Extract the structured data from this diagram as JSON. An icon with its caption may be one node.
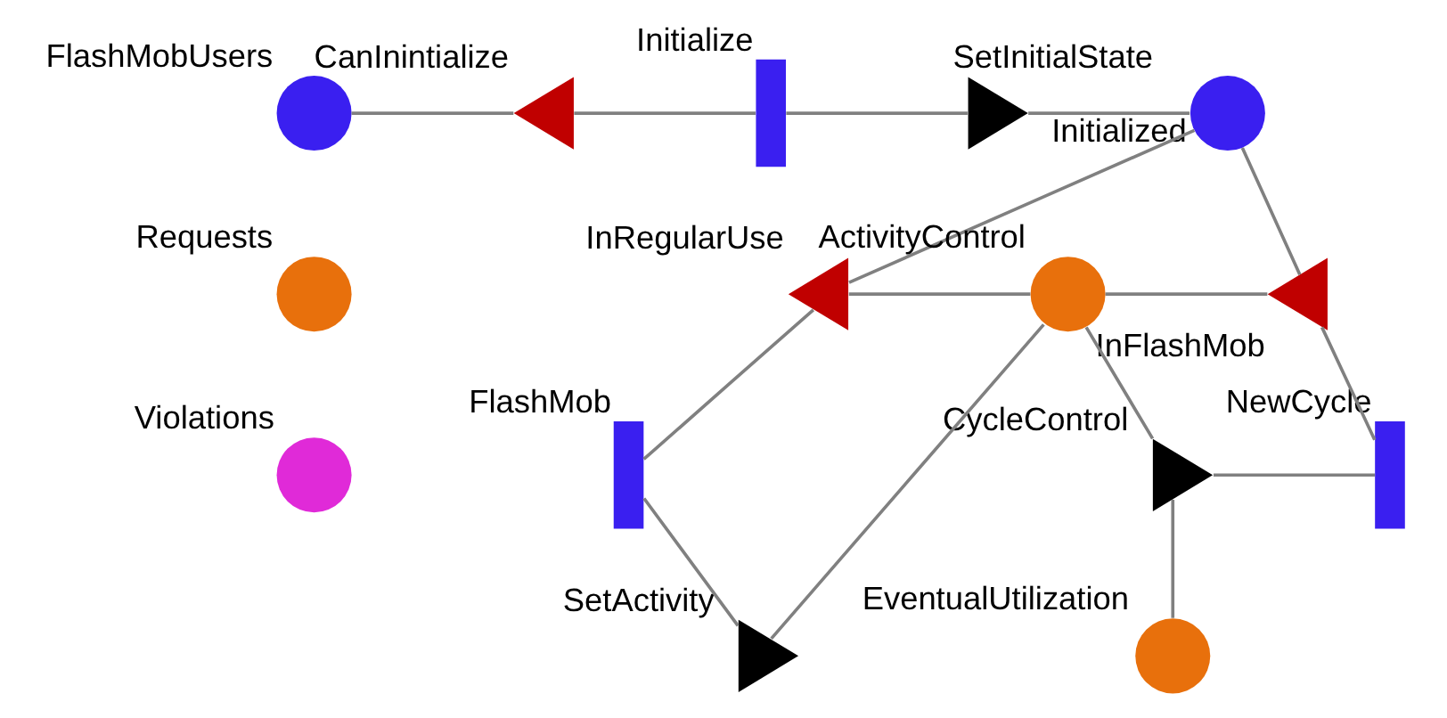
{
  "diagram": {
    "nodes": [
      {
        "text": [
          "FlashMobUsers"
        ]
      },
      {
        "text": [
          "CanInintialize"
        ]
      },
      {
        "text": [
          "Initialize"
        ]
      },
      {
        "text": [
          "SetInitialState"
        ]
      },
      {
        "text": [
          "Initialized"
        ]
      },
      {
        "text": [
          "Requests"
        ]
      },
      {
        "text": [
          "InRegularUse"
        ]
      },
      {
        "text": [
          "ActivityControl"
        ]
      },
      {
        "text": [
          "InFlashMob"
        ]
      },
      {
        "text": [
          "SetActivity"
        ]
      },
      {
        "text": [
          "Violations"
        ]
      },
      {
        "text": [
          "FlashMob"
        ]
      },
      {
        "text": [
          "CycleControl"
        ]
      },
      {
        "text": [
          "NewCycle"
        ]
      },
      {
        "text": [
          "EventualUtilization"
        ]
      }
    ],
    "edges": [
      {
        "from": 0,
        "to": 1,
        "arrow": "none"
      },
      {
        "from": 1,
        "to": 2,
        "arrow": "none"
      },
      {
        "from": 2,
        "to": 3,
        "arrow": "none"
      },
      {
        "from": 3,
        "to": 4,
        "arrow": "none"
      },
      {
        "from": 4,
        "to": 6,
        "arrow": "none"
      },
      {
        "from": 4,
        "to": 8,
        "arrow": "none"
      },
      {
        "from": 6,
        "to": 7,
        "arrow": "none"
      },
      {
        "from": 7,
        "to": 8,
        "arrow": "none"
      },
      {
        "from": 6,
        "to": 11,
        "arrow": "none"
      },
      {
        "from": 11,
        "to": 9,
        "arrow": "none"
      },
      {
        "from": 9,
        "to": 7,
        "arrow": "none"
      },
      {
        "from": 7,
        "to": 12,
        "arrow": "none"
      },
      {
        "from": 12,
        "to": 13,
        "arrow": "none"
      },
      {
        "from": 8,
        "to": 13,
        "arrow": "none"
      },
      {
        "from": 12,
        "to": 14,
        "arrow": "none"
      }
    ]
  }
}
